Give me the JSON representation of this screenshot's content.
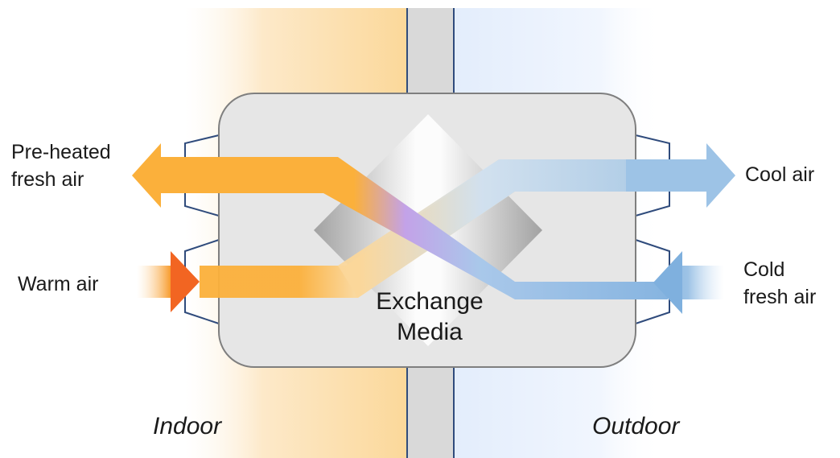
{
  "labels": {
    "preheated_line1": "Pre-heated",
    "preheated_line2": "fresh air",
    "warm_air": "Warm air",
    "cool_air": "Cool air",
    "cold_line1": "Cold",
    "cold_line2": "fresh air",
    "media_line1": "Exchange",
    "media_line2": "Media",
    "indoor": "Indoor",
    "outdoor": "Outdoor"
  },
  "colors": {
    "warm": "#fbb03b",
    "warm_hot": "#f26522",
    "cool": "#9dc3e6",
    "cool_deep": "#7fb0de",
    "mix": "#b9a4e6",
    "indoor_zone": "#fbd89a",
    "outdoor_zone": "#e9f1fd",
    "wall": "#d9d9d9",
    "wall_edge": "#2f4b7c",
    "housing": "#e6e6e6",
    "housing_edge": "#7f7f7f",
    "duct_edge": "#2f4b7c"
  }
}
